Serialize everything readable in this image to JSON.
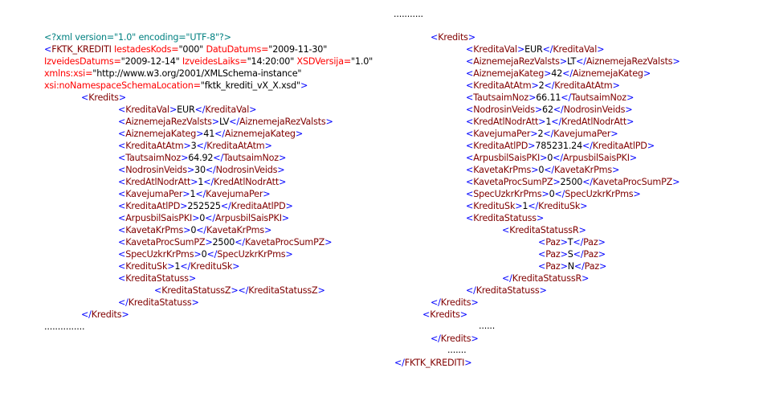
{
  "left": {
    "lines": [
      {
        "raw": [
          [
            "d",
            "<?xml version=\"1.0\" encoding=\"UTF-8\"?>"
          ]
        ]
      },
      {
        "raw": [
          [
            "b",
            "<"
          ],
          [
            "t",
            "FKTK_KREDITI "
          ],
          [
            "a",
            "IestadesKods="
          ],
          [
            "v",
            "\"000\" "
          ],
          [
            "a",
            "DatuDatums="
          ],
          [
            "v",
            "\"2009-11-30\""
          ]
        ]
      },
      {
        "raw": [
          [
            "a",
            "IzveidesDatums="
          ],
          [
            "v",
            "\"2009-12-14\" "
          ],
          [
            "a",
            "IzveidesLaiks="
          ],
          [
            "v",
            "\"14:20:00\" "
          ],
          [
            "a",
            "XSDVersija="
          ],
          [
            "v",
            "\"1.0\""
          ]
        ]
      },
      {
        "raw": [
          [
            "a",
            "xmlns:xsi="
          ],
          [
            "v",
            "\"http://www.w3.org/2001/XMLSchema-instance\""
          ]
        ]
      },
      {
        "raw": [
          [
            "a",
            "xsi:noNamespaceSchemaLocation="
          ],
          [
            "v",
            "\"fktk_krediti_vX_X.xsd\""
          ],
          [
            "b",
            ">"
          ]
        ]
      },
      {
        "open": "Kredits"
      },
      {
        "open": "KreditaVal",
        "value": "EUR",
        "close": "KreditaVal"
      },
      {
        "open": "AiznemejaRezValsts",
        "value": "LV",
        "close": "AiznemejaRezValsts"
      },
      {
        "open": "AiznemejaKateg",
        "value": "41",
        "close": "AiznemejaKateg"
      },
      {
        "open": "KreditaAtAtm",
        "value": "3",
        "close": "KreditaAtAtm"
      },
      {
        "open": "TautsaimNoz",
        "value": "64.92",
        "close": "TautsaimNoz"
      },
      {
        "open": "NodrosinVeids",
        "value": "30",
        "close": "NodrosinVeids"
      },
      {
        "open": "KredAtlNodrAtt",
        "value": "1",
        "close": "KredAtlNodrAtt"
      },
      {
        "open": "KavejumaPer",
        "value": "1",
        "close": "KavejumaPer"
      },
      {
        "open": "KreditaAtlPD",
        "value": "252525",
        "close": "KreditaAtlPD"
      },
      {
        "open": "ArpusbilSaisPKI",
        "value": "0",
        "close": "ArpusbilSaisPKI"
      },
      {
        "open": "KavetaKrPms",
        "value": "0",
        "close": "KavetaKrPms"
      },
      {
        "open": "KavetaProcSumPZ",
        "value": "2500",
        "close": "KavetaProcSumPZ"
      },
      {
        "open": "SpecUzkrKrPms",
        "value": "0",
        "close": "SpecUzkrKrPms"
      },
      {
        "open": "KredituSk",
        "value": "1",
        "close": "KredituSk"
      },
      {
        "open": "KreditaStatuss"
      },
      {
        "open": "KreditaStatussZ",
        "value": "",
        "close": "KreditaStatussZ"
      },
      {
        "close": "KreditaStatuss"
      },
      {
        "close": "Kredits"
      },
      {
        "raw": [
          [
            "p",
            "..............."
          ]
        ]
      }
    ]
  },
  "right": {
    "lines": [
      {
        "raw": [
          [
            "p",
            "..........."
          ]
        ]
      },
      {
        "open": "Kredits"
      },
      {
        "open": "KreditaVal",
        "value": "EUR",
        "close": "KreditaVal"
      },
      {
        "open": "AiznemejaRezValsts",
        "value": "LT",
        "close": "AiznemejaRezValsts"
      },
      {
        "open": "AiznemejaKateg",
        "value": "42",
        "close": "AiznemejaKateg"
      },
      {
        "open": "KreditaAtAtm",
        "value": "2",
        "close": "KreditaAtAtm"
      },
      {
        "open": "TautsaimNoz",
        "value": "66.11",
        "close": "TautsaimNoz"
      },
      {
        "open": "NodrosinVeids",
        "value": "62",
        "close": "NodrosinVeids"
      },
      {
        "open": "KredAtlNodrAtt",
        "value": "1",
        "close": "KredAtlNodrAtt"
      },
      {
        "open": "KavejumaPer",
        "value": "2",
        "close": "KavejumaPer"
      },
      {
        "open": "KreditaAtlPD",
        "value": "785231.24",
        "close": "KreditaAtlPD"
      },
      {
        "open": "ArpusbilSaisPKI",
        "value": "0",
        "close": "ArpusbilSaisPKI"
      },
      {
        "open": "KavetaKrPms",
        "value": "0",
        "close": "KavetaKrPms"
      },
      {
        "open": "KavetaProcSumPZ",
        "value": "2500",
        "close": "KavetaProcSumPZ"
      },
      {
        "open": "SpecUzkrKrPms",
        "value": "0",
        "close": "SpecUzkrKrPms"
      },
      {
        "open": "KredituSk",
        "value": "1",
        "close": "KredituSk"
      },
      {
        "open": "KreditaStatuss"
      },
      {
        "open": "KreditaStatussR"
      },
      {
        "open": "Paz",
        "value": "T",
        "close": "Paz"
      },
      {
        "open": "Paz",
        "value": "S",
        "close": "Paz"
      },
      {
        "open": "Paz",
        "value": "N",
        "close": "Paz"
      },
      {
        "close": "KreditaStatussR"
      },
      {
        "close": "KreditaStatuss"
      },
      {
        "close": "Kredits"
      },
      {
        "open": "Kredits"
      },
      {
        "raw": [
          [
            "p",
            "......"
          ]
        ]
      },
      {
        "close": "Kredits"
      },
      {
        "raw": [
          [
            "p",
            "......."
          ]
        ]
      },
      {
        "close": "FKTK_KREDITI"
      }
    ]
  }
}
